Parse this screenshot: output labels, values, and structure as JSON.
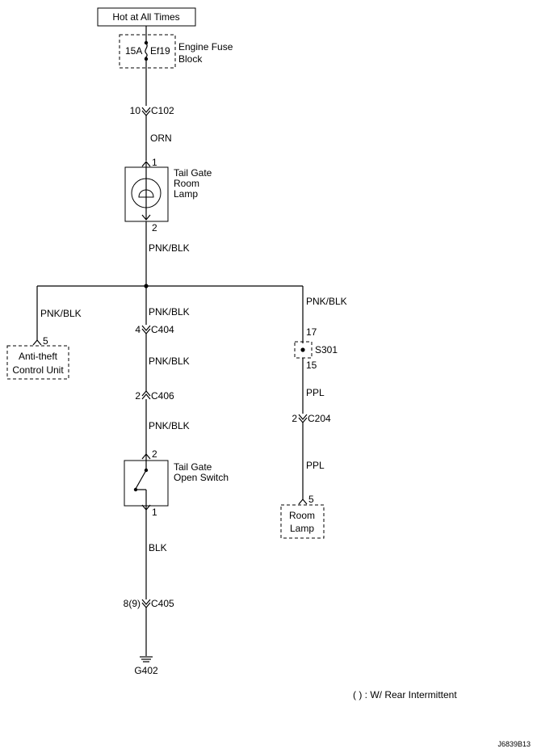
{
  "power": {
    "label": "Hot at All Times"
  },
  "fuse": {
    "rating": "15A",
    "id": "Ef19",
    "block_line1": "Engine Fuse",
    "block_line2": "Block"
  },
  "c102": {
    "pin": "10",
    "name": "C102"
  },
  "wire_orn": "ORN",
  "tail_lamp": {
    "pin_top": "1",
    "pin_bottom": "2",
    "line1": "Tail Gate",
    "line2": "Room",
    "line3": "Lamp"
  },
  "wire_main": "PNK/BLK",
  "left_branch": {
    "wire": "PNK/BLK",
    "pin": "5",
    "line1": "Anti-theft",
    "line2": "Control Unit"
  },
  "center_branch": {
    "wire1": "PNK/BLK",
    "c404": {
      "pin": "4",
      "name": "C404"
    },
    "wire2": "PNK/BLK",
    "c406": {
      "pin": "2",
      "name": "C406"
    },
    "wire3": "PNK/BLK"
  },
  "switch": {
    "pin_top": "2",
    "pin_bottom": "1",
    "line1": "Tail Gate",
    "line2": "Open Switch"
  },
  "wire_blk": "BLK",
  "c405": {
    "pin": "8(9)",
    "name": "C405"
  },
  "ground": "G402",
  "right_branch": {
    "wire1": "PNK/BLK",
    "splice": {
      "pin_in": "17",
      "name": "S301",
      "pin_out": "15"
    },
    "wire2": "PPL",
    "c204": {
      "pin": "2",
      "name": "C204"
    },
    "wire3": "PPL",
    "room_lamp": {
      "pin": "5",
      "line1": "Room",
      "line2": "Lamp"
    }
  },
  "footnote": "( ) : W/ Rear Intermittent",
  "figure_code": "J6839B13"
}
